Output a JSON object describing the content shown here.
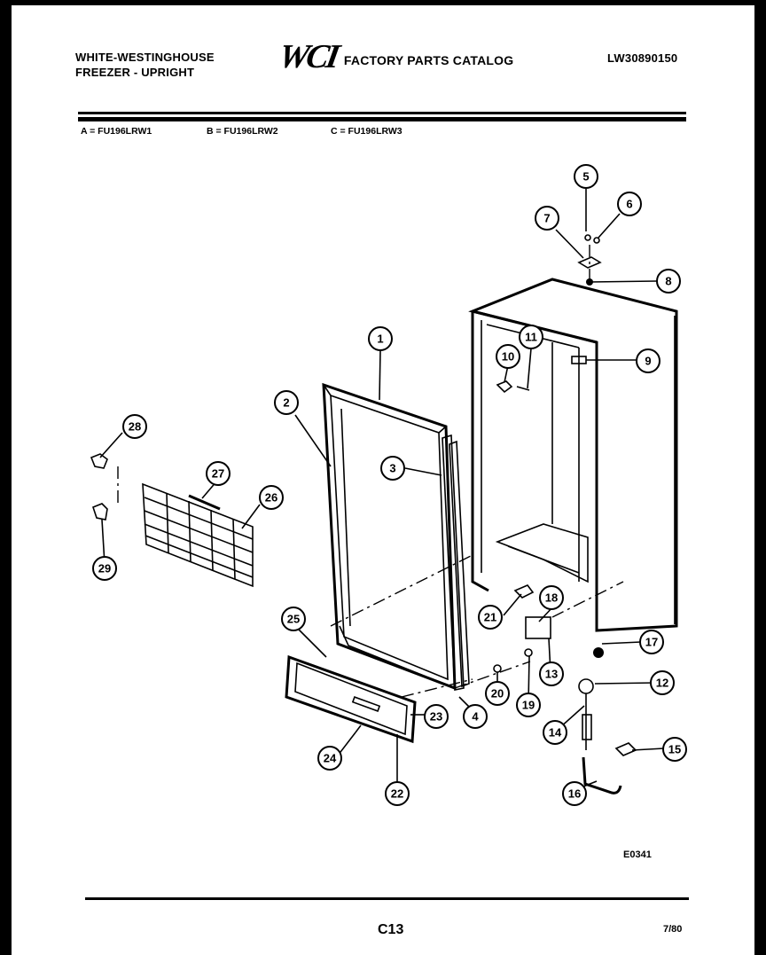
{
  "header": {
    "brand_line1": "WHITE-WESTINGHOUSE",
    "brand_line2": "FREEZER - UPRIGHT",
    "logo": "WCI",
    "catalog_title": "FACTORY PARTS CATALOG",
    "doc_number": "LW30890150"
  },
  "models": {
    "a": "A = FU196LRW1",
    "b": "B = FU196LRW2",
    "c": "C = FU196LRW3"
  },
  "callouts": [
    "1",
    "2",
    "3",
    "4",
    "5",
    "6",
    "7",
    "8",
    "9",
    "10",
    "11",
    "12",
    "13",
    "14",
    "15",
    "16",
    "17",
    "18",
    "19",
    "20",
    "21",
    "22",
    "23",
    "24",
    "25",
    "26",
    "27",
    "28",
    "29"
  ],
  "footer": {
    "figure_code": "E0341",
    "page": "C13",
    "date": "7/80"
  }
}
